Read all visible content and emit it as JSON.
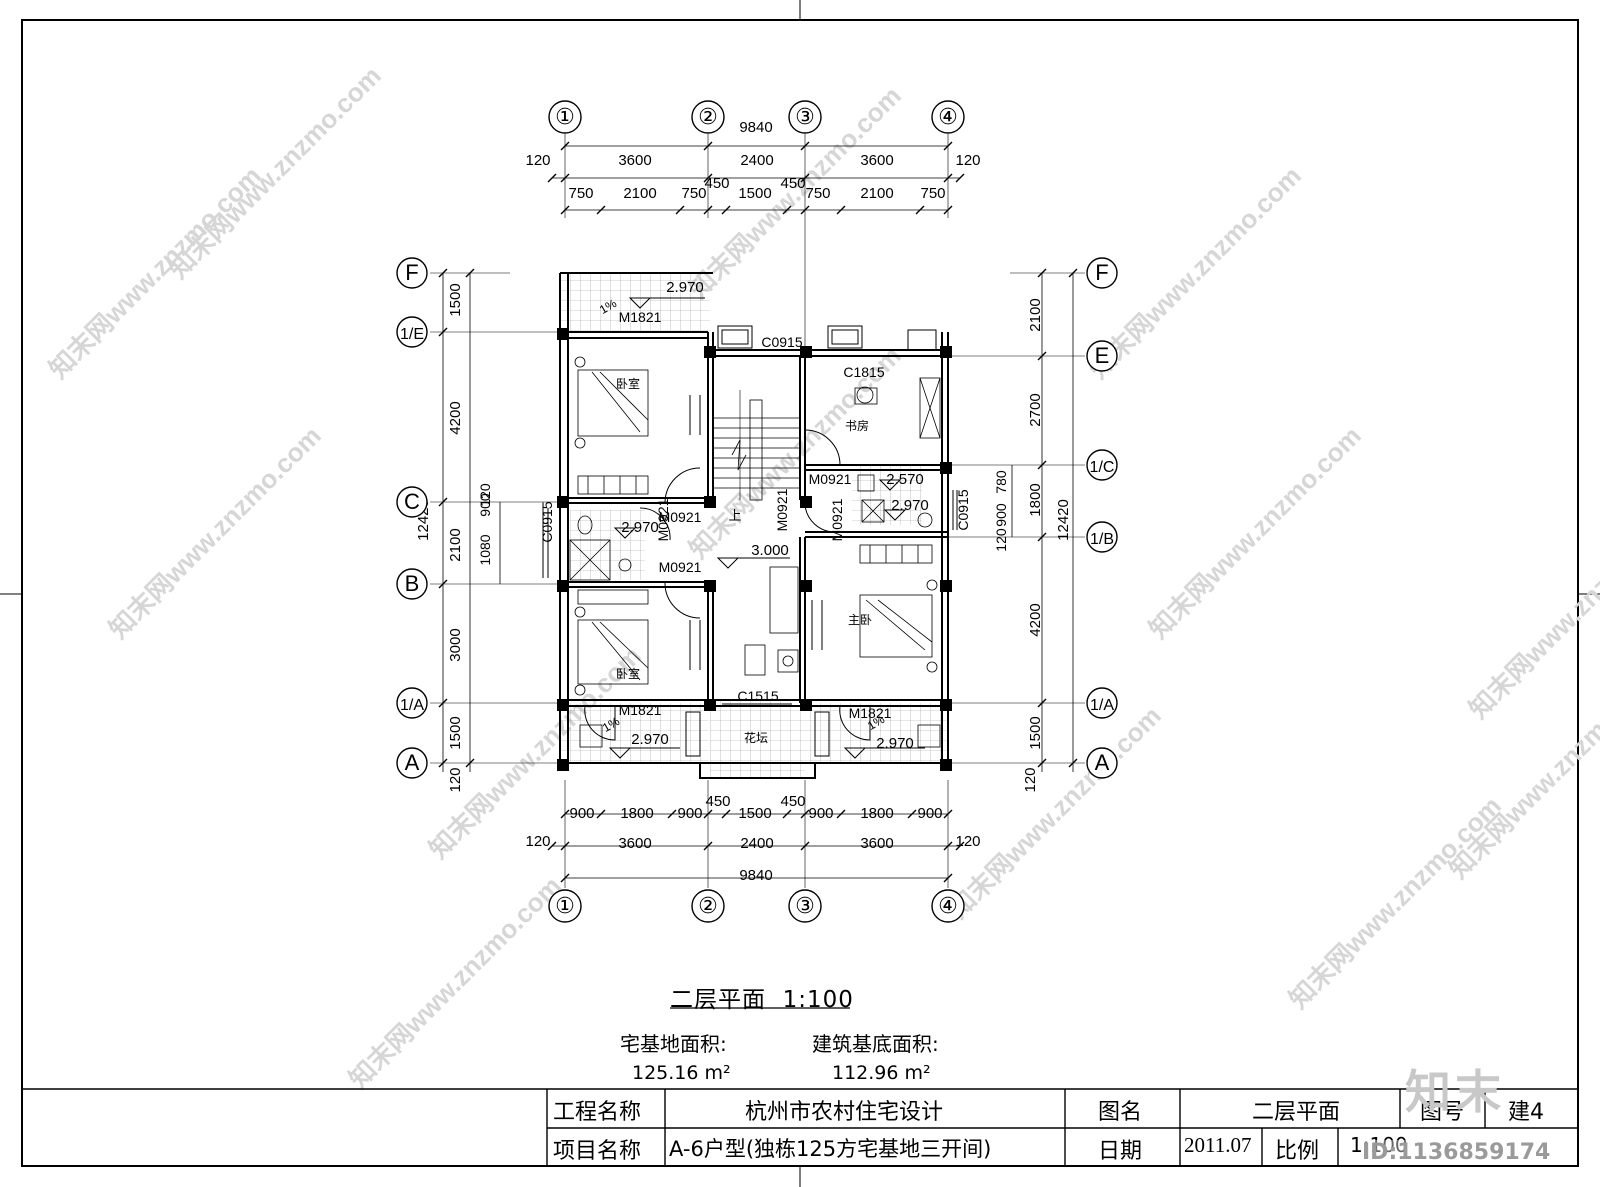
{
  "drawing": {
    "title": "二层平面",
    "scale": "1:100",
    "homestead_area_label": "宅基地面积:",
    "homestead_area_value": "125.16 m²",
    "footprint_area_label": "建筑基底面积:",
    "footprint_area_value": "112.96 m²"
  },
  "grid_axes": {
    "vertical": [
      "①",
      "②",
      "③",
      "④"
    ],
    "horizontal_left": [
      "F",
      "1/E",
      "C",
      "B",
      "1/A",
      "A"
    ],
    "horizontal_right": [
      "F",
      "E",
      "1/C",
      "1/B",
      "1/A",
      "A"
    ]
  },
  "dimensions": {
    "top_total": "9840",
    "top_mid": [
      "120",
      "3600",
      "2400",
      "3600",
      "120"
    ],
    "top_detail": [
      "750",
      "2100",
      "750",
      "450",
      "1500",
      "450",
      "750",
      "2100",
      "750"
    ],
    "bottom_detail": [
      "900",
      "1800",
      "900",
      "450",
      "1500",
      "450",
      "900",
      "1800",
      "900"
    ],
    "bottom_mid": [
      "120",
      "3600",
      "2400",
      "3600",
      "120"
    ],
    "bottom_total": "9840",
    "left": [
      "1500",
      "4200",
      "2100",
      "3000",
      "1500",
      "120"
    ],
    "left_total": "12420",
    "left_inner": [
      "900",
      "120",
      "1080"
    ],
    "right": [
      "2100",
      "2700",
      "1800",
      "4200",
      "1500",
      "120"
    ],
    "right_total": "12420",
    "right_inner": [
      "780",
      "900",
      "120"
    ]
  },
  "labels": {
    "rooms": [
      "卧室",
      "书房",
      "卧室",
      "主卧",
      "花坛"
    ],
    "stair_up": "上",
    "doors": [
      "M1821",
      "M0921",
      "M0921",
      "M0921",
      "M0921",
      "M0921",
      "M0921",
      "M1821",
      "M1821"
    ],
    "windows": [
      "C0915",
      "C1815",
      "C0915",
      "C0915",
      "C1515"
    ],
    "elevations": [
      "2.970",
      "2.970",
      "2.570",
      "2.970",
      "3.000",
      "2.970",
      "2.970"
    ],
    "slopes": [
      "1%",
      "1%",
      "1%"
    ]
  },
  "title_block": {
    "project_name_label": "工程名称",
    "project_name_value": "杭州市农村住宅设计",
    "drawing_name_label": "图名",
    "drawing_name_value": "二层平面",
    "drawing_no_label": "图号",
    "drawing_no_value": "建4",
    "item_name_label": "项目名称",
    "item_name_value": "A-6户型(独栋125方宅基地三开间)",
    "date_label": "日期",
    "date_value": "2011.07",
    "ratio_label": "比例",
    "ratio_value": "1:100"
  },
  "watermark": {
    "text": "知末网www.znzmo.com",
    "logo": "知末",
    "id": "ID:1136859174"
  }
}
